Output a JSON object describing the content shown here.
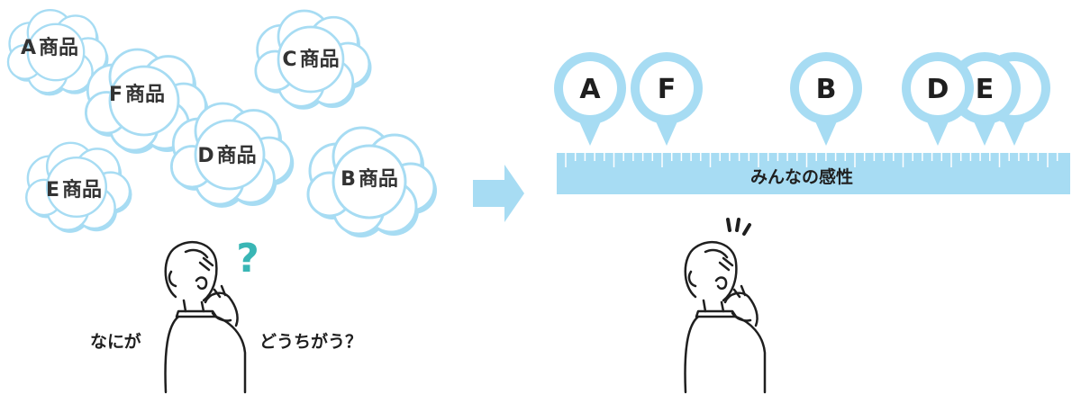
{
  "colors": {
    "cloud_fill": "#ffffff",
    "cloud_outline": "#a7dcf3",
    "pin": "#a7dcf3",
    "ruler": "#a7dcf3",
    "arrow": "#a7dcf3",
    "question_mark": "#39b6b5",
    "ink": "#1f1f1f"
  },
  "left_panel": {
    "clouds": [
      {
        "letter": "A",
        "suffix": "商品"
      },
      {
        "letter": "F",
        "suffix": "商品"
      },
      {
        "letter": "C",
        "suffix": "商品"
      },
      {
        "letter": "D",
        "suffix": "商品"
      },
      {
        "letter": "E",
        "suffix": "商品"
      },
      {
        "letter": "B",
        "suffix": "商品"
      }
    ],
    "question_mark": "?",
    "speech_left": "なにが",
    "speech_right": "どうちがう？"
  },
  "right_panel": {
    "pins": [
      {
        "label": "A"
      },
      {
        "label": "F"
      },
      {
        "label": "B"
      },
      {
        "label": "D"
      },
      {
        "label": "E"
      },
      {
        "label": ""
      }
    ],
    "ruler_label": "みんなの感性"
  },
  "icons": {
    "arrow": "right-arrow-icon",
    "thinking_person": "thinking-person-icon",
    "realization_person": "realization-person-icon"
  }
}
